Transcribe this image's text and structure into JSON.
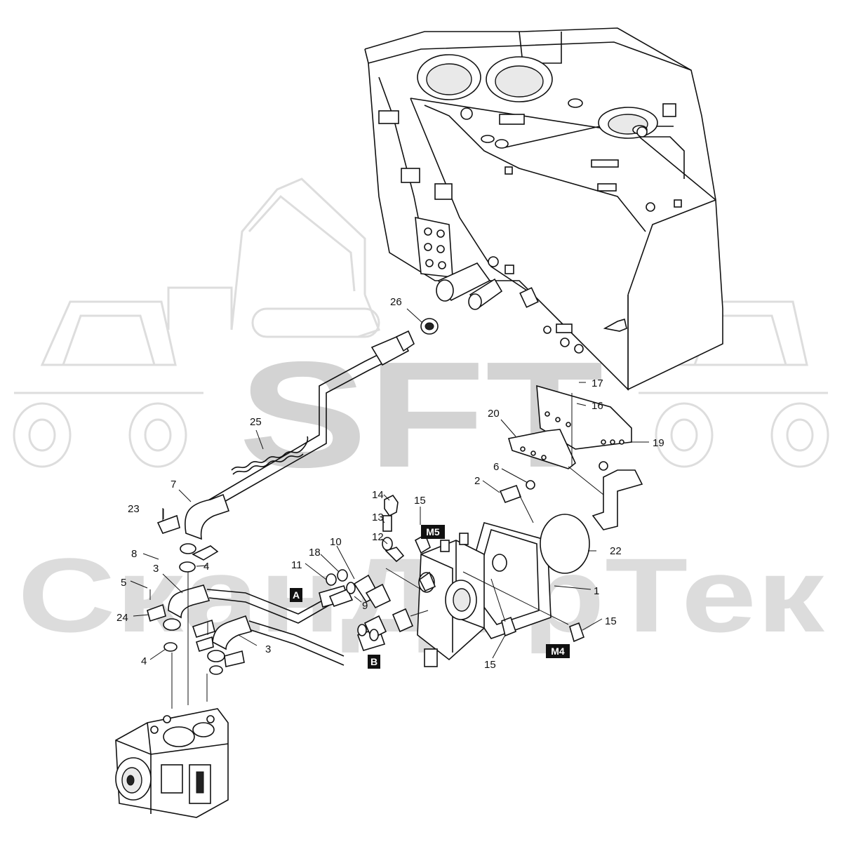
{
  "watermark": {
    "logo_text": "SFT",
    "company_text": "СканДорТек"
  },
  "callouts": [
    {
      "id": "1",
      "label": "1"
    },
    {
      "id": "2",
      "label": "2"
    },
    {
      "id": "3a",
      "label": "3"
    },
    {
      "id": "3b",
      "label": "3"
    },
    {
      "id": "4a",
      "label": "4"
    },
    {
      "id": "4b",
      "label": "4"
    },
    {
      "id": "5",
      "label": "5"
    },
    {
      "id": "6",
      "label": "6"
    },
    {
      "id": "7",
      "label": "7"
    },
    {
      "id": "8",
      "label": "8"
    },
    {
      "id": "9",
      "label": "9"
    },
    {
      "id": "10",
      "label": "10"
    },
    {
      "id": "11",
      "label": "11"
    },
    {
      "id": "12",
      "label": "12"
    },
    {
      "id": "13",
      "label": "13"
    },
    {
      "id": "14",
      "label": "14"
    },
    {
      "id": "15a",
      "label": "15"
    },
    {
      "id": "15b",
      "label": "15"
    },
    {
      "id": "15c",
      "label": "15"
    },
    {
      "id": "16",
      "label": "16"
    },
    {
      "id": "17",
      "label": "17"
    },
    {
      "id": "18",
      "label": "18"
    },
    {
      "id": "19",
      "label": "19"
    },
    {
      "id": "20",
      "label": "20"
    },
    {
      "id": "22",
      "label": "22"
    },
    {
      "id": "23",
      "label": "23"
    },
    {
      "id": "24",
      "label": "24"
    },
    {
      "id": "25",
      "label": "25"
    },
    {
      "id": "26",
      "label": "26"
    }
  ],
  "port_badges": {
    "a": "A",
    "b": "B",
    "m4": "M4",
    "m5": "M5"
  }
}
